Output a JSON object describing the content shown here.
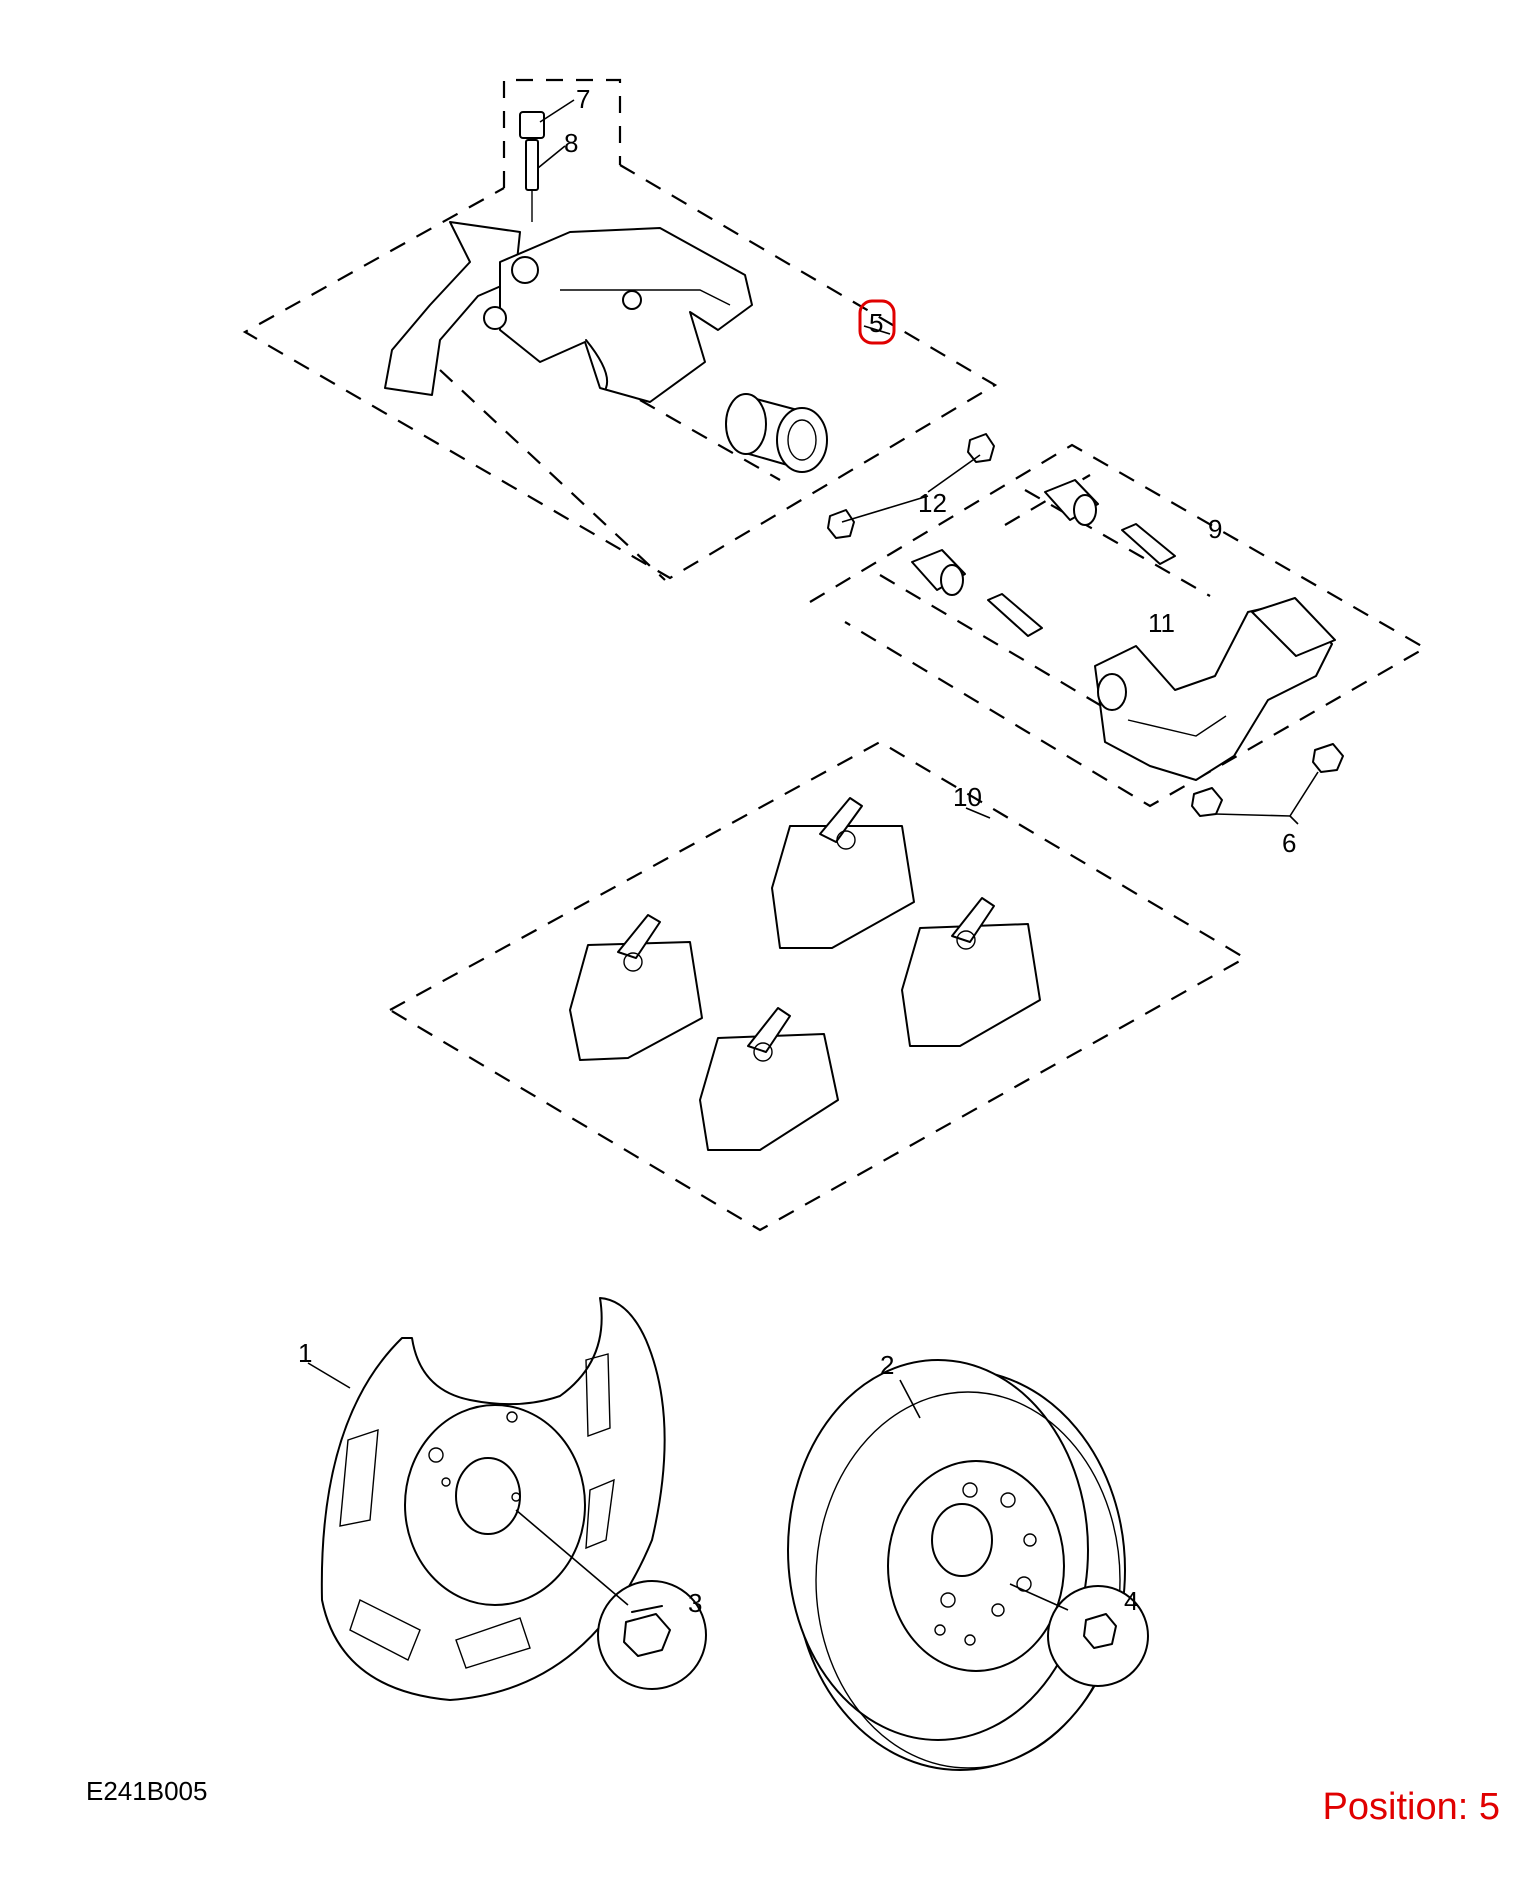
{
  "callouts": {
    "c1": "1",
    "c2": "2",
    "c3": "3",
    "c4": "4",
    "c5": "5",
    "c6": "6",
    "c7": "7",
    "c8": "8",
    "c9": "9",
    "c10": "10",
    "c11": "11",
    "c12": "12"
  },
  "highlight_color": "#e00000",
  "footer": {
    "diagram_code": "E241B005",
    "position_label": "Position: 5"
  }
}
